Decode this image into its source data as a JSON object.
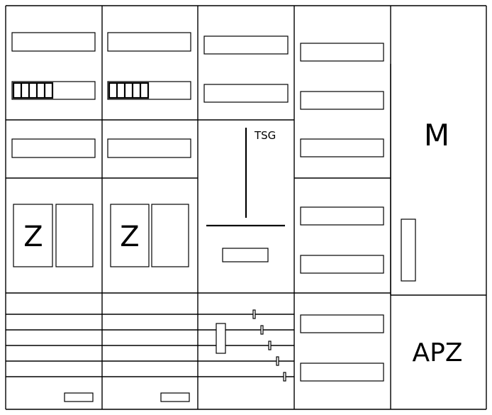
{
  "labels": {
    "tsg": "TSG",
    "meter_z1": "Z",
    "meter_z2": "Z",
    "m": "M",
    "apz": "APZ"
  },
  "colors": {
    "line": "#000000",
    "background": "#ffffff"
  }
}
